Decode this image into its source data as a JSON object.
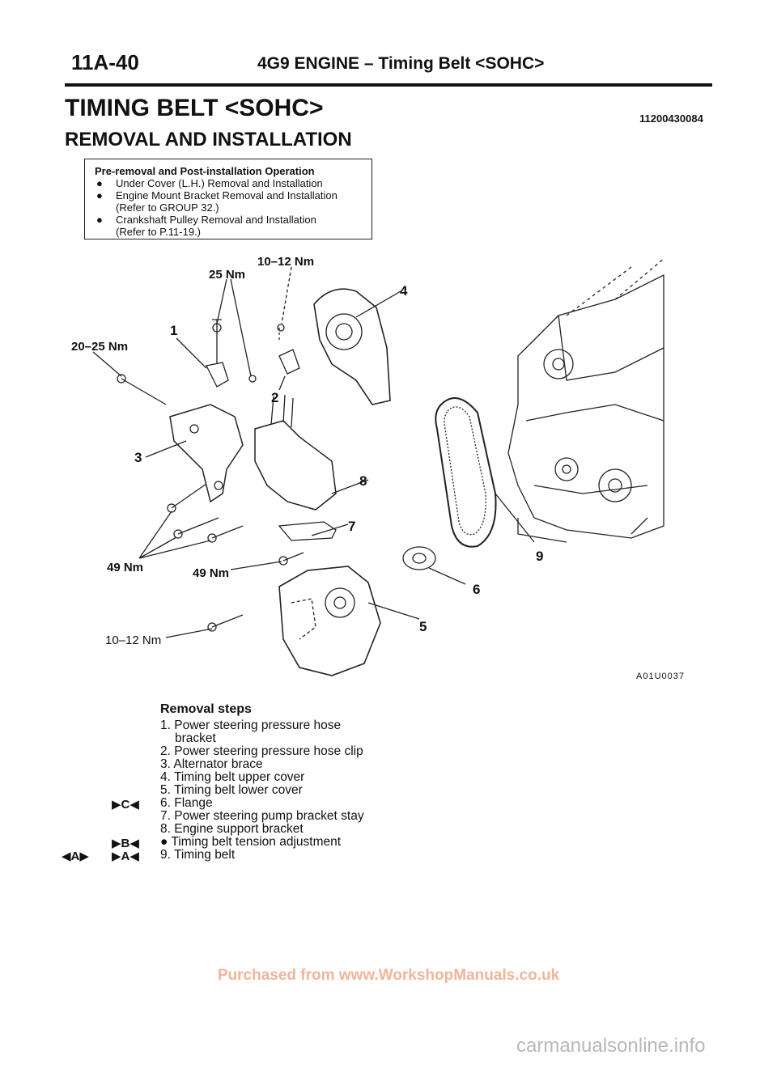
{
  "header": {
    "page_number": "11A-40",
    "section_title": "4G9 ENGINE – Timing Belt <SOHC>"
  },
  "title": {
    "main": "TIMING BELT <SOHC>",
    "doc_code": "11200430084",
    "sub": "REMOVAL AND INSTALLATION"
  },
  "pre_removal": {
    "title": "Pre-removal and Post-installation Operation",
    "items": [
      {
        "bullet": "●",
        "line1": "Under Cover (L.H.) Removal and Installation",
        "line2": ""
      },
      {
        "bullet": "●",
        "line1": "Engine Mount Bracket Removal and Installation",
        "line2": "(Refer to GROUP 32.)"
      },
      {
        "bullet": "●",
        "line1": "Crankshaft Pulley Removal and Installation",
        "line2": "(Refer to P.11-19.)"
      }
    ]
  },
  "diagram": {
    "figure_code": "A01U0037",
    "torque_labels": [
      "10–12 Nm",
      "25 Nm",
      "20–25 Nm",
      "49 Nm",
      "49 Nm",
      "10–12 Nm"
    ],
    "part_numbers": [
      "1",
      "2",
      "3",
      "4",
      "5",
      "6",
      "7",
      "8",
      "9"
    ]
  },
  "removal_steps": {
    "heading": "Removal steps",
    "steps": [
      {
        "line1": "1. Power steering pressure hose",
        "line2": "bracket"
      },
      {
        "line1": "2. Power steering pressure hose clip"
      },
      {
        "line1": "3. Alternator brace"
      },
      {
        "line1": "4. Timing belt upper cover"
      },
      {
        "line1": "5. Timing belt lower cover"
      },
      {
        "line1": "6. Flange"
      },
      {
        "line1": "7. Power steering pump bracket stay"
      },
      {
        "line1": "8. Engine support bracket"
      },
      {
        "line1": "● Timing belt tension adjustment"
      },
      {
        "line1": "9. Timing belt"
      }
    ],
    "markers": {
      "flange": "▶C◀",
      "tension": "▶B◀",
      "belt_removal": "◀A▶",
      "belt_install": "▶A◀"
    }
  },
  "footer": {
    "purchased": "Purchased from www.WorkshopManuals.co.uk",
    "watermark": "carmanualsonline.info"
  }
}
